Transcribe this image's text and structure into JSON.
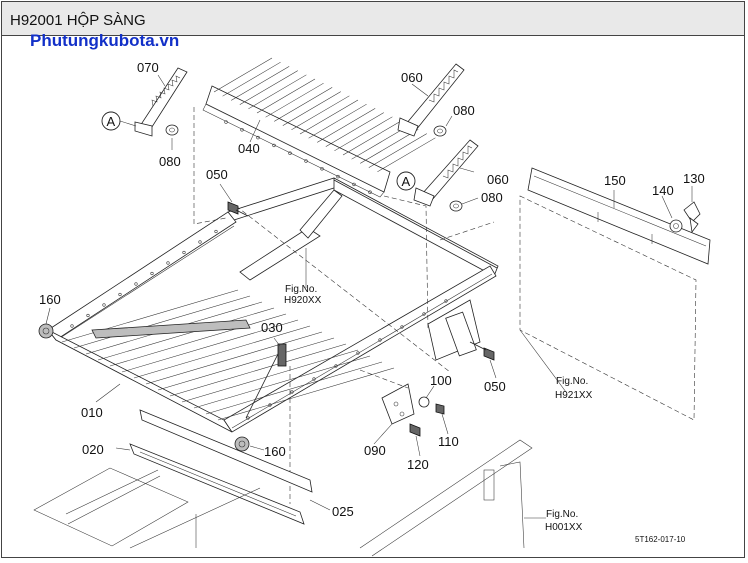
{
  "title": "H92001 HỘP SÀNG",
  "watermark": "Phutungkubota.vn",
  "drawing_code": "5T162-017-10",
  "callout_letter": "A",
  "part_numbers": {
    "p070": "070",
    "p040": "040",
    "p060a": "060",
    "p060b": "060",
    "p080a": "080",
    "p080b": "080",
    "p080c": "080",
    "p150": "150",
    "p140": "140",
    "p130": "130",
    "p050a": "050",
    "p050b": "050",
    "p160a": "160",
    "p160b": "160",
    "p030": "030",
    "p010": "010",
    "p100": "100",
    "p110": "110",
    "p090": "090",
    "p120": "120",
    "p020": "020",
    "p025": "025"
  },
  "fig_refs": {
    "f1": {
      "label": "Fig.No.",
      "code": "H920XX"
    },
    "f2": {
      "label": "Fig.No.",
      "code": "H921XX"
    },
    "f3": {
      "label": "Fig.No.",
      "code": "H001XX"
    }
  }
}
